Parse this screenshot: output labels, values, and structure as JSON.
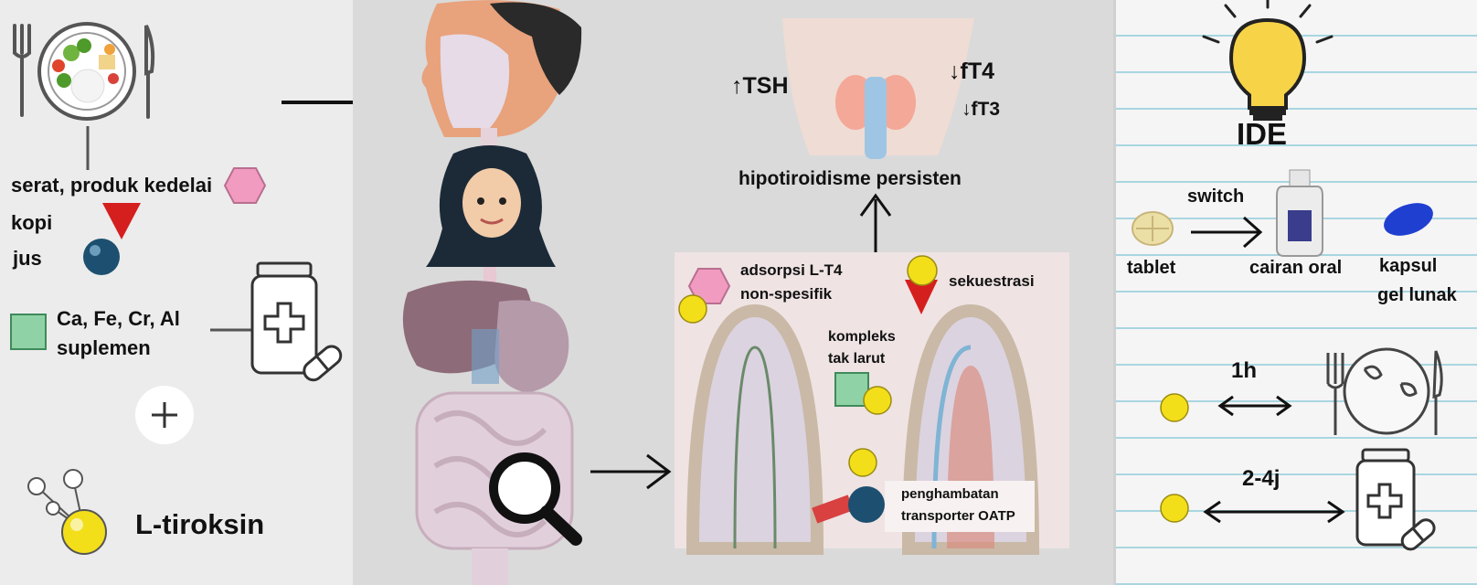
{
  "left": {
    "foods": [
      "serat, produk kedelai",
      "kopi",
      "jus"
    ],
    "supplement_line1": "Ca, Fe, Cr, Al",
    "supplement_line2": "suplemen",
    "drug": "L-tiroksin"
  },
  "middle": {
    "tsh": "↑TSH",
    "ft4": "↓fT4",
    "ft3": "↓fT3",
    "outcome": "hipotiroidisme persisten",
    "adsorption_line1": "adsorpsi L-T4",
    "adsorption_line2": "non-spesifik",
    "sequestration": "sekuestrasi",
    "complex_line1": "kompleks",
    "complex_line2": "tak larut",
    "oatp_line1": "penghambatan",
    "oatp_line2": "transporter OATP"
  },
  "right": {
    "title": "IDE",
    "switch": "switch",
    "tablet": "tablet",
    "oral_liquid": "cairan oral",
    "softgel_line1": "kapsul",
    "softgel_line2": "gel lunak",
    "gap_food": "1h",
    "gap_supplement": "2-4j"
  },
  "colors": {
    "pink_hexagon": "#f29bc0",
    "red_triangle": "#d51e1e",
    "blue_sphere": "#1d4f70",
    "green_square": "#8fd2a6",
    "yellow_sphere": "#f3de1a",
    "bulb": "#f7d348",
    "capsule_blue": "#1e3fd0"
  }
}
